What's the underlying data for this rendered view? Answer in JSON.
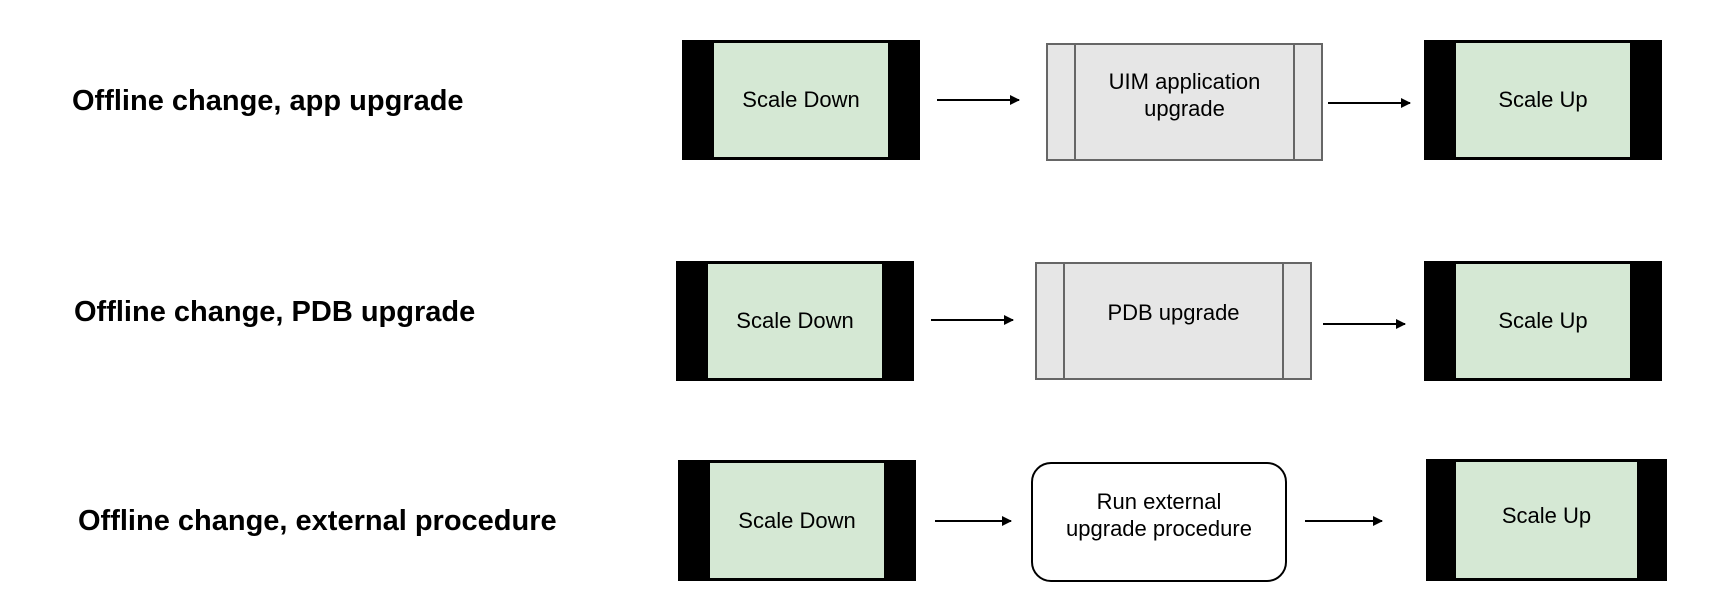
{
  "rows": [
    {
      "title": "Offline change, app upgrade",
      "start_box": "Scale Down",
      "middle_box": "UIM application\nupgrade",
      "end_box": "Scale Up"
    },
    {
      "title": "Offline change, PDB upgrade",
      "start_box": "Scale Down",
      "middle_box": "PDB upgrade",
      "end_box": "Scale Up"
    },
    {
      "title": "Offline change, external procedure",
      "start_box": "Scale Down",
      "middle_box": "Run external\nupgrade procedure",
      "end_box": "Scale Up"
    }
  ],
  "colors": {
    "scale_fill": "#d5e8d4",
    "scale_border": "#000000",
    "process_fill": "#e6e6e6",
    "process_border": "#666666"
  }
}
